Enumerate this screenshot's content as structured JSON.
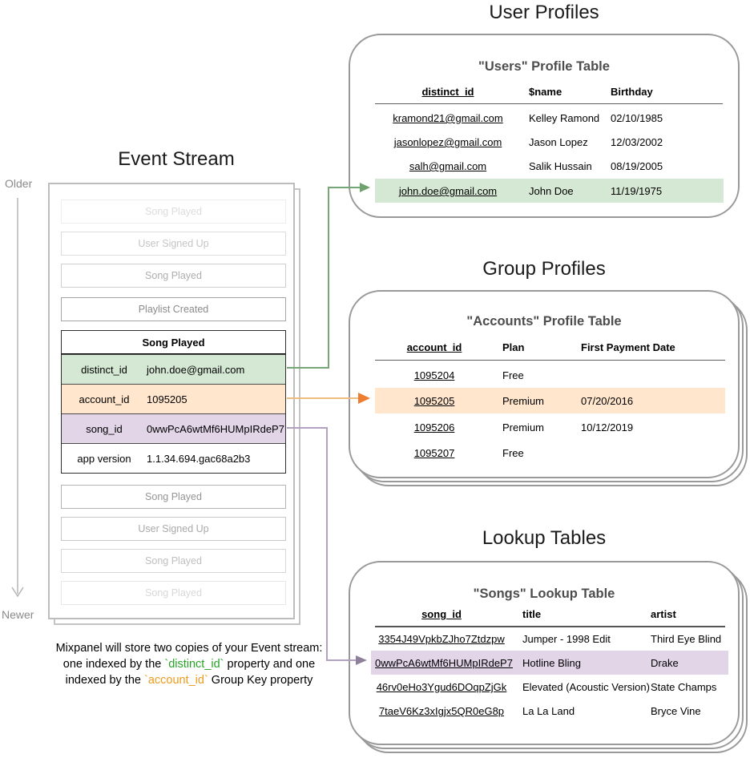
{
  "titles": {
    "event_stream": "Event Stream",
    "user_profiles": "User Profiles",
    "group_profiles": "Group Profiles",
    "lookup_tables": "Lookup Tables"
  },
  "timeline": {
    "older": "Older",
    "newer": "Newer"
  },
  "event_stream": {
    "faded_before": [
      "Song Played",
      "User Signed Up",
      "Song Played",
      "Playlist Created"
    ],
    "focal": {
      "title": "Song Played",
      "rows": [
        {
          "key": "distinct_id",
          "value": "john.doe@gmail.com",
          "highlight": "green"
        },
        {
          "key": "account_id",
          "value": "1095205",
          "highlight": "orange"
        },
        {
          "key": "song_id",
          "value": "0wwPcA6wtMf6HUMpIRdeP7",
          "highlight": "purple"
        },
        {
          "key": "app version",
          "value": "1.1.34.694.gac68a2b3",
          "highlight": "none"
        }
      ]
    },
    "faded_after": [
      "Song Played",
      "User Signed Up",
      "Song Played",
      "Song Played"
    ]
  },
  "user_table": {
    "title": "\"Users\" Profile Table",
    "headers": [
      "distinct_id",
      "$name",
      "Birthday"
    ],
    "rows": [
      [
        "kramond21@gmail.com",
        "Kelley Ramond",
        "02/10/1985"
      ],
      [
        "jasonlopez@gmail.com",
        "Jason Lopez",
        "12/03/2002"
      ],
      [
        "salh@gmail.com",
        "Salik Hussain",
        "08/19/2005"
      ],
      [
        "john.doe@gmail.com",
        "John Doe",
        "11/19/1975"
      ]
    ],
    "highlighted_row": "john.doe@gmail.com"
  },
  "group_table": {
    "title": "\"Accounts\" Profile Table",
    "headers": [
      "account_id",
      "Plan",
      "First Payment Date"
    ],
    "rows": [
      [
        "1095204",
        "Free",
        ""
      ],
      [
        "1095205",
        "Premium",
        "07/20/2016"
      ],
      [
        "1095206",
        "Premium",
        "10/12/2019"
      ],
      [
        "1095207",
        "Free",
        ""
      ]
    ],
    "highlighted_row": "1095205"
  },
  "lookup_table": {
    "title": "\"Songs\" Lookup Table",
    "headers": [
      "song_id",
      "title",
      "artist"
    ],
    "rows": [
      [
        "3354J49VpkbZJho7Ztdzpw",
        "Jumper - 1998 Edit",
        "Third Eye Blind"
      ],
      [
        "0wwPcA6wtMf6HUMpIRdeP7",
        "Hotline Bling",
        "Drake"
      ],
      [
        "46rv0eHo3Ygud6DOqpZjGk",
        "Elevated (Acoustic Version)",
        "State Champs"
      ],
      [
        "7taeV6Kz3xIgjx5QR0eG8p",
        "La La Land",
        "Bryce Vine"
      ]
    ],
    "highlighted_row": "0wwPcA6wtMf6HUMpIRdeP7"
  },
  "caption": {
    "line1": "Mixpanel will store two copies of your Event stream:",
    "line2_pre": "one indexed by the ",
    "line2_code": "`distinct_id`",
    "line2_post": " property and one",
    "line3_pre": "indexed by the ",
    "line3_code": "`account_id`",
    "line3_post": " Group Key property"
  },
  "colors": {
    "green_highlight": "#d5e8d4",
    "orange_highlight": "#ffe6cc",
    "purple_highlight": "#e1d5e7",
    "green_arrow": "#76a576",
    "orange_arrow_line": "#eebb80",
    "orange_arrow_head": "#ed7d31",
    "purple_arrow_line": "#b3a1c2",
    "purple_arrow_head": "#8d8098",
    "caption_green": "#27a327",
    "caption_orange": "#ef9b1d",
    "card_border": "#999999"
  }
}
